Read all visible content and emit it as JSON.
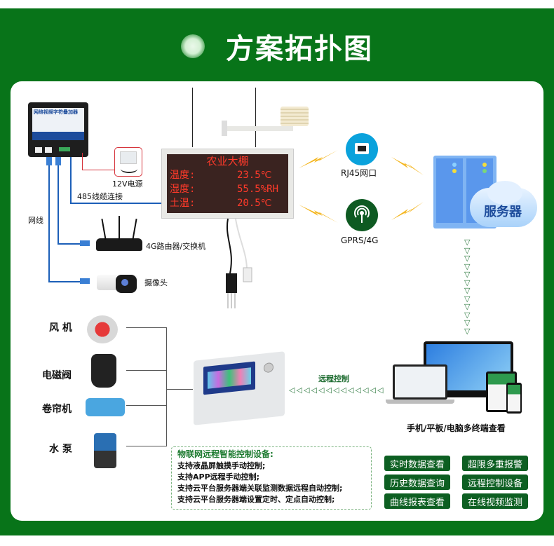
{
  "header": {
    "title": "方案拓扑图"
  },
  "colors": {
    "frame_green": "#087419",
    "badge_green": "#0d5f22",
    "led_red": "#ff3a2a",
    "cable_blue": "#1c5fb8",
    "power_red": "#d6333b"
  },
  "devices": {
    "superimposer_label": "网络视频字符叠加器",
    "power_label": "12V电源",
    "rs485_label": "485线缆连接",
    "network_cable_label": "网线",
    "router_label": "4G路由器/交换机",
    "camera_label": "摄像头"
  },
  "led_display": {
    "title": "农业大棚",
    "rows": [
      {
        "label": "温度:",
        "value": "23.5℃"
      },
      {
        "label": "湿度:",
        "value": "55.5%RH"
      },
      {
        "label": "土温:",
        "value": "20.5℃"
      }
    ]
  },
  "network": {
    "rj45_label": "RJ45网口",
    "gprs_label": "GPRS/4G",
    "server_label": "服务器"
  },
  "actuators": [
    {
      "label": "风 机",
      "icon": "fan-icon"
    },
    {
      "label": "电磁阀",
      "icon": "solenoid-valve-icon"
    },
    {
      "label": "卷帘机",
      "icon": "roller-shutter-motor-icon"
    },
    {
      "label": "水 泵",
      "icon": "water-pump-icon"
    }
  ],
  "controller": {
    "remote_label": "远程控制"
  },
  "terminals": {
    "label": "手机/平板/电脑多终端查看"
  },
  "info_box": {
    "heading": "物联网远程智能控制设备:",
    "lines": [
      "支持液晶屏触摸手动控制;",
      "支持APP远程手动控制;",
      "支持云平台服务器端关联监测数据远程自动控制;",
      "支持云平台服务器端设置定时、定点自动控制;"
    ]
  },
  "features": [
    "实时数据查看",
    "超限多重报警",
    "历史数据查询",
    "远程控制设备",
    "曲线报表查看",
    "在线视频监测"
  ]
}
